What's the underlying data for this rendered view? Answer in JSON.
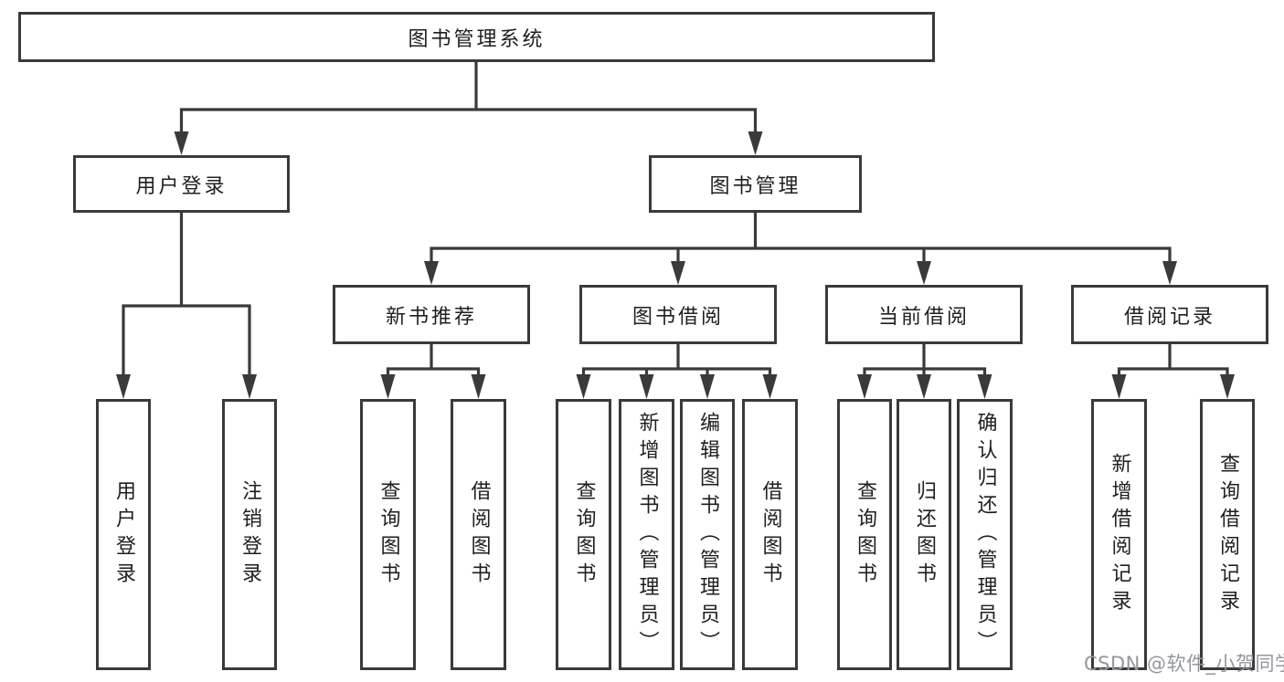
{
  "diagram": {
    "title": "图书管理系统",
    "level2": {
      "user_login": "用户登录",
      "book_management": "图书管理"
    },
    "level3": {
      "new_book_recommend": "新书推荐",
      "book_borrow": "图书借阅",
      "current_borrow": "当前借阅",
      "borrow_records": "借阅记录"
    },
    "login_children": [
      "用户登录",
      "注销登录"
    ],
    "recommend_children": [
      "查询图书",
      "借阅图书"
    ],
    "borrow_children": [
      "查询图书",
      "新增图书（管理员）",
      "编辑图书（管理员）",
      "借阅图书"
    ],
    "current_children": [
      "查询图书",
      "归还图书",
      "确认归还（管理员）"
    ],
    "record_children": [
      "新增借阅记录",
      "查询借阅记录"
    ],
    "colors": {
      "line": "#3a3a3a",
      "text": "#1f1f1f",
      "background": "#ffffff",
      "watermark": "#94979c"
    }
  },
  "watermark": {
    "text": "CSDN @软件_小贺同学"
  }
}
